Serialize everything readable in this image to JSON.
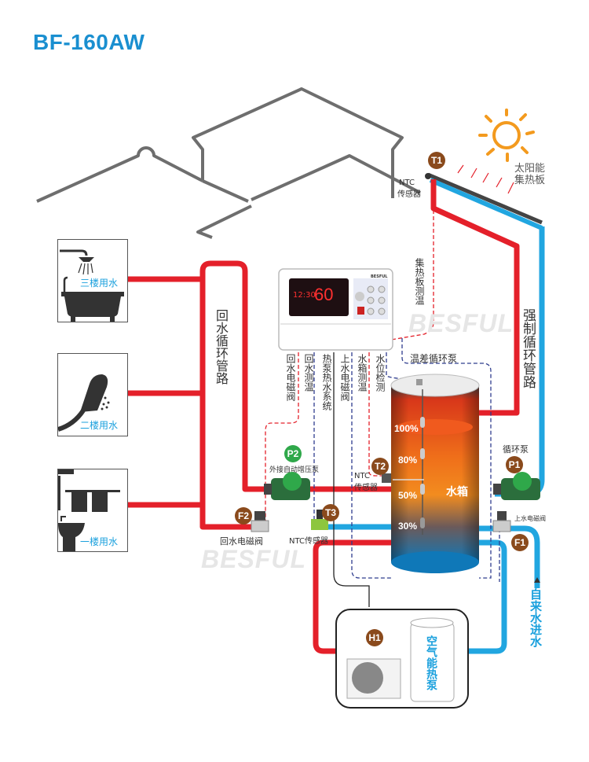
{
  "title": "BF-160AW",
  "watermark": "BESFUL",
  "colors": {
    "hot_pipe": "#e4202a",
    "cold_pipe": "#21a6e0",
    "title": "#1a8fd0",
    "badge_brown": "#8a4a1c",
    "badge_green": "#2fa84a",
    "house_outline": "#6e6e6e",
    "sun": "#f39a1e"
  },
  "solar": {
    "label_line1": "太阳能",
    "label_line2": "集热板",
    "sensor_badge": "T1",
    "sensor_label_line1": "NTC",
    "sensor_label_line2": "传感器",
    "panel_temp_label": "集热板测温"
  },
  "rooms": [
    {
      "label": "三楼用水",
      "icon": "bathtub-shower-icon"
    },
    {
      "label": "二楼用水",
      "icon": "hand-shower-icon"
    },
    {
      "label": "一楼用水",
      "icon": "washbasin-towel-icon"
    }
  ],
  "pipes": {
    "return_loop": "回水循环管路",
    "forced_loop": "强制循环管路",
    "tap_water_in": "自来水进水"
  },
  "controller": {
    "time": "12:30",
    "temperature": "60",
    "brand": "BESFUL"
  },
  "signal_labels": [
    "回水电磁阀",
    "回水测温",
    "热泵热水系统",
    "上水电磁阀",
    "水箱测温",
    "水位检测"
  ],
  "diff_pump_label": "温差循环泵",
  "tank": {
    "label": "水箱",
    "levels": [
      "100%",
      "80%",
      "50%",
      "30%"
    ],
    "sensor_badge": "T2",
    "sensor_label_line1": "NTC",
    "sensor_label_line2": "传感器"
  },
  "components": {
    "p1": {
      "badge": "P1",
      "label": "循环泵"
    },
    "p2": {
      "badge": "P2",
      "label": "外接自动增压泵"
    },
    "f1": {
      "badge": "F1",
      "label": "上水电磁阀"
    },
    "f2": {
      "badge": "F2",
      "label": "回水电磁阀"
    },
    "t3": {
      "badge": "T3",
      "label": "NTC传感器"
    },
    "h1": {
      "badge": "H1",
      "label": "空气能热泵"
    }
  }
}
